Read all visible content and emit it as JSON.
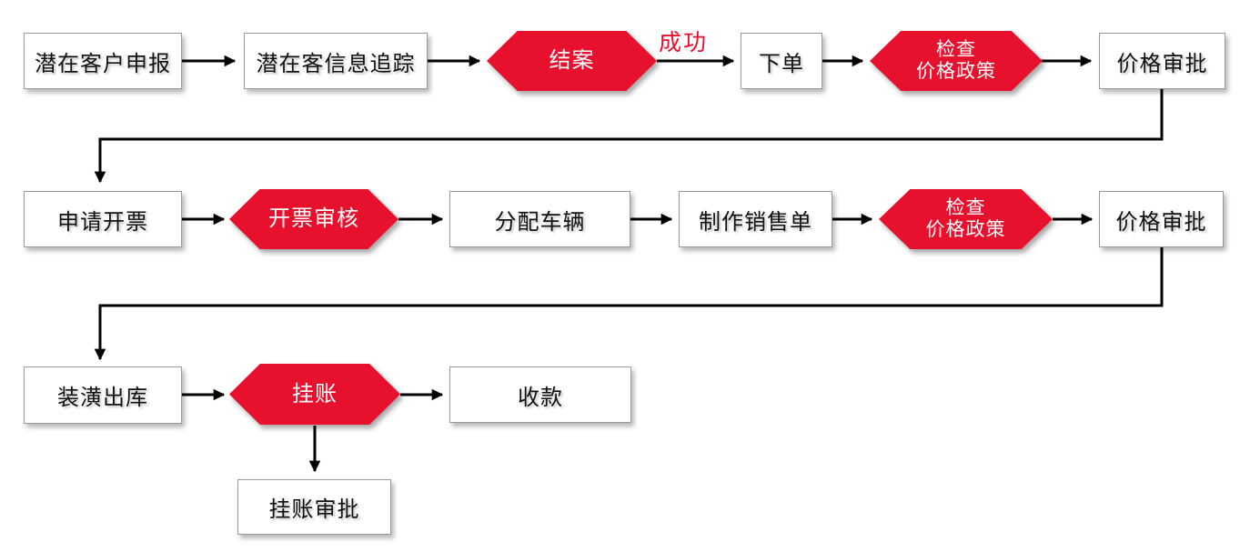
{
  "diagram": {
    "type": "flowchart",
    "colors": {
      "decision_fill": "#e8112d",
      "decision_text": "#ffffff",
      "process_fill": "#ffffff",
      "process_border": "#9a9a9a",
      "process_text": "#111111",
      "arrow": "#000000",
      "edge_label_color": "#e8112d"
    },
    "nodes": [
      {
        "id": "prospect-customer-declaration",
        "type": "process",
        "label": "潜在客户申报"
      },
      {
        "id": "prospect-info-tracking",
        "type": "process",
        "label": "潜在客信息追踪"
      },
      {
        "id": "case-closing",
        "type": "decision",
        "label": "结案"
      },
      {
        "id": "place-order",
        "type": "process",
        "label": "下单"
      },
      {
        "id": "check-price-policy-1",
        "type": "decision",
        "label": "检查\n价格政策"
      },
      {
        "id": "price-approval-1",
        "type": "process",
        "label": "价格审批"
      },
      {
        "id": "invoice-request",
        "type": "process",
        "label": "申请开票"
      },
      {
        "id": "invoice-review",
        "type": "decision",
        "label": "开票审核"
      },
      {
        "id": "assign-vehicle",
        "type": "process",
        "label": "分配车辆"
      },
      {
        "id": "create-sales-order",
        "type": "process",
        "label": "制作销售单"
      },
      {
        "id": "check-price-policy-2",
        "type": "decision",
        "label": "检查\n价格政策"
      },
      {
        "id": "price-approval-2",
        "type": "process",
        "label": "价格审批"
      },
      {
        "id": "decoration-outbound",
        "type": "process",
        "label": "装潢出库"
      },
      {
        "id": "credit-booking",
        "type": "decision",
        "label": "挂账"
      },
      {
        "id": "payment-collection",
        "type": "process",
        "label": "收款"
      },
      {
        "id": "credit-approval",
        "type": "process",
        "label": "挂账审批"
      }
    ],
    "edge_labels": [
      {
        "id": "success",
        "text": "成功"
      }
    ]
  }
}
